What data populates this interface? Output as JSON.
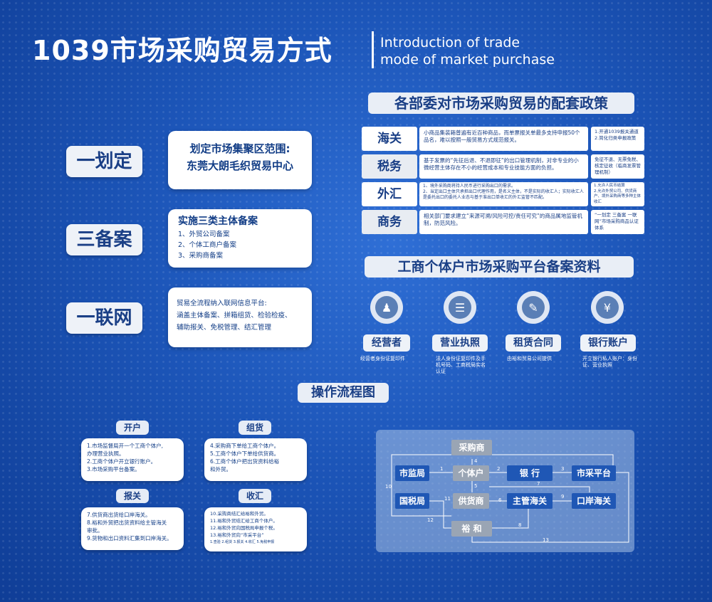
{
  "header": {
    "title": "1039市场采购贸易方式",
    "subtitle_line1": "Introduction of trade",
    "subtitle_line2": "mode of market purchase"
  },
  "left": {
    "items": [
      {
        "label": "一划定",
        "card_title": "划定市场集聚区范围:",
        "card_body": "东莞大朗毛织贸易中心"
      },
      {
        "label": "三备案",
        "card_title": "实施三类主体备案",
        "lines": [
          "1、外贸公司备案",
          "2、个体工商户备案",
          "3、采购商备案"
        ]
      },
      {
        "label": "一联网",
        "lines": [
          "贸易全流程纳入联网信息平台:",
          "涵盖主体备案、拼箱组货、检验检疫、",
          "辅助报关、免税管理、结汇管理"
        ]
      }
    ]
  },
  "policy": {
    "title": "各部委对市场采购贸易的配套政策",
    "rows": [
      {
        "label": "海关",
        "mid": "小商品集装箱普遍有近百种商品，而单票报关单最多支持申报50个品名，难以按照一般贸易方式规范报关。",
        "right": "1.开通1039报关通道\n2.简化归类申报政策"
      },
      {
        "label": "税务",
        "mid": "基于发票的“先征后退、不退即征”的出口管理机制，对非专业的小微经营主体存在不小的经营成本和专业技能方面的负担。",
        "right": "免征不退、无票免税、核定征收（临商发票管理机制）"
      },
      {
        "label": "外汇",
        "mid": "1、境外采购商将持人民币进行采购出口的需求。\n2、当定出口主体只承担出口代理作用，是名义主体，不是实际的收汇人；实际收汇人是委托出口的委托人业态与基于准出口单收汇的外汇监管不匹配。",
        "right": "1.允许人民币结算\n2.允许外贸公司、供货商户、境外采购商等多种主体收汇"
      },
      {
        "label": "商务",
        "mid": "相关部门要求建立“来源可溯/风险可控/责任可究”的商品属地监管机制，防范风险。",
        "right": "“一划定 三备案 一联网”市场采购商品认证体系"
      }
    ]
  },
  "platform": {
    "title": "工商个体户市场采购平台备案资料",
    "items": [
      {
        "icon": "person-icon",
        "glyph": "♟",
        "label": "经营者",
        "sub": "经营者身份证复印件"
      },
      {
        "icon": "document-list-icon",
        "glyph": "☰",
        "label": "营业执照",
        "sub": "法人身份证复印件及手机号码、工商税局实名认证"
      },
      {
        "icon": "contract-icon",
        "glyph": "✎",
        "label": "租赁合同",
        "sub": "由裕和贸易公司提供"
      },
      {
        "icon": "yen-coin-icon",
        "glyph": "¥",
        "label": "银行账户",
        "sub": "开立银行私人账户：身份证、营业执照"
      }
    ]
  },
  "flow": {
    "title": "操作流程图",
    "steps": [
      {
        "label": "开户",
        "lines": [
          "1.市场监督局开一个工商个体户,",
          "  办理营业执照。",
          "2.工商个体户开立银行账户。",
          "3.市场采购平台备案。"
        ]
      },
      {
        "label": "组货",
        "lines": [
          "4.采购商下单给工商个体户。",
          "5.工商个体户下单给供货商。",
          "6.工商个体户把出货资料给裕",
          "和外贸。"
        ]
      },
      {
        "label": "报关",
        "lines": [
          "7.供货商出货给口岸海关。",
          "8.裕和外贸把出货资料给主管海关",
          "审批。",
          "9.货物和出口资料汇集到口岸海关。"
        ]
      },
      {
        "label": "收汇",
        "lines": [
          "10.采购商结汇给裕和外贸。",
          "11.裕和外贸结汇给工商个体户。",
          "12.裕和外贸向国税局申报个税。",
          "13.裕和外贸向“市采平台”",
          "1.查验 2.组货 3.报关 4.收汇 5.免税申报"
        ]
      }
    ]
  },
  "diagram": {
    "nodes": {
      "buyer": "采购商",
      "market_bureau": "市监局",
      "individual": "个体户",
      "bank": "银  行",
      "platform": "市采平台",
      "tax_bureau": "国税局",
      "supplier": "供货商",
      "customs_main": "主管海关",
      "port_customs": "口岸海关",
      "yuhe": "裕  和"
    },
    "edges": [
      "1",
      "2",
      "3",
      "4",
      "5",
      "6",
      "7",
      "8",
      "9",
      "10",
      "11",
      "12",
      "13"
    ]
  }
}
